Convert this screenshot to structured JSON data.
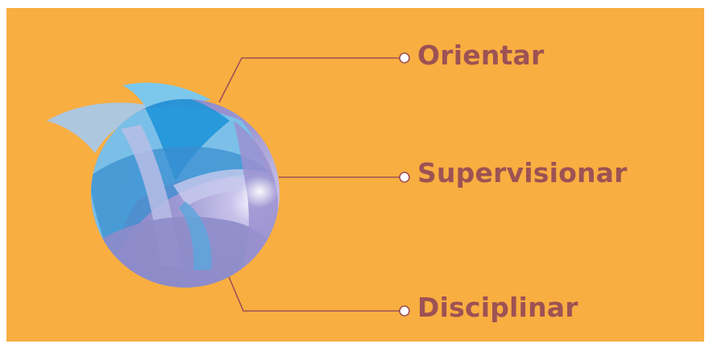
{
  "items": [
    {
      "label": "Orientar"
    },
    {
      "label": "Supervisionar"
    },
    {
      "label": "Disciplinar"
    }
  ],
  "colors": {
    "background": "#f9ae41",
    "label": "#9d5254",
    "connector": "#9d5254",
    "globe_purple": "#8e8dc9",
    "globe_blue": "#2b9fe0",
    "globe_light_blue": "#7cc7ec"
  },
  "icons": {
    "logo": "globe-sail-logo",
    "endpoint": "circle-endpoint-icon"
  }
}
